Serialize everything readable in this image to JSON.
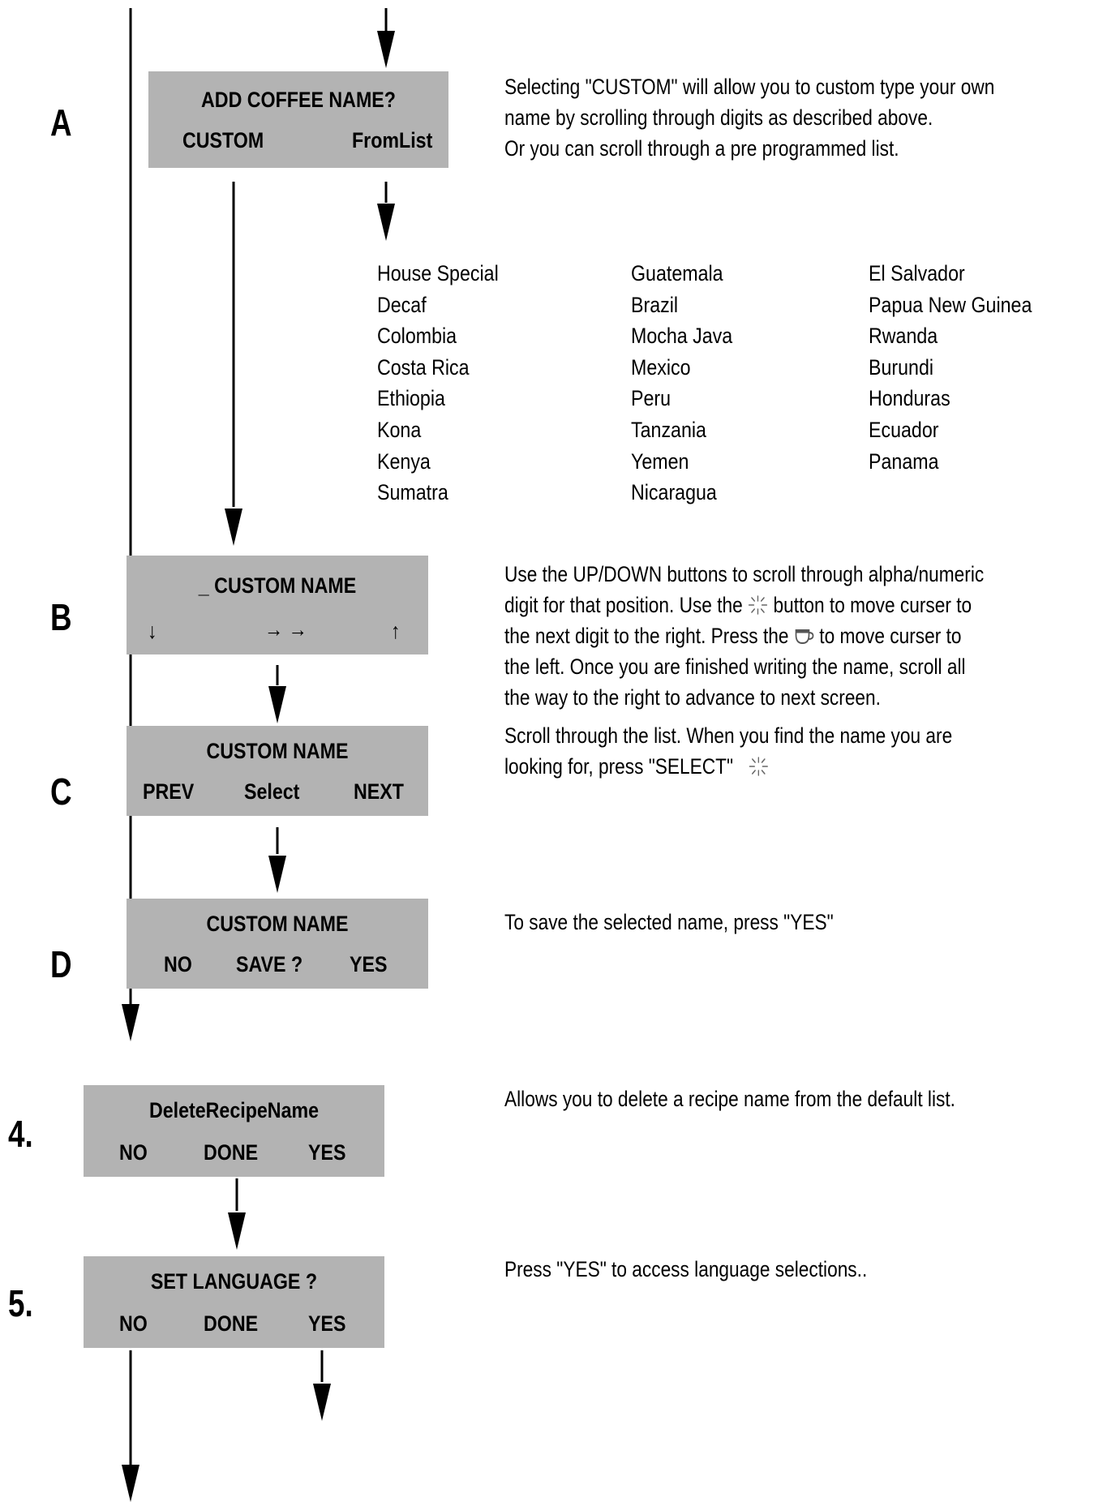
{
  "steps": {
    "a": {
      "label": "A",
      "lcd_line1": "ADD  COFFEE  NAME?",
      "lcd_left": "CUSTOM",
      "lcd_right": "FromList",
      "note_lines": [
        "Selecting \"CUSTOM\" will allow you to custom type your own",
        "name by scrolling through digits as described above.",
        "Or you can scroll through a pre programmed list."
      ]
    },
    "b": {
      "label": "B",
      "lcd_line1": "_ CUSTOM NAME",
      "lcd_down": "↓",
      "lcd_right_arrows": "→ →",
      "lcd_up": "↑",
      "note_line1": "Use the UP/DOWN buttons to scroll through alpha/numeric",
      "note_line2_a": "digit for that position. Use the ",
      "note_line2_b": " button to move curser to",
      "note_line3_a": "the next digit to the right. Press the ",
      "note_line3_b": " to move curser to",
      "note_line4": "the left. Once you are finished writing the name, scroll all",
      "note_line5": "the way to the right to advance to next screen."
    },
    "c": {
      "label": "C",
      "lcd_line1": "CUSTOM NAME",
      "lcd_left": "PREV",
      "lcd_mid": "Select",
      "lcd_right": "NEXT",
      "note_line1": "Scroll through the list. When you find the name you are",
      "note_line2": "looking for, press \"SELECT\""
    },
    "d": {
      "label": "D",
      "lcd_line1": "CUSTOM NAME",
      "lcd_left": "NO",
      "lcd_mid": "SAVE  ?",
      "lcd_right": "YES",
      "note": "To save the selected name, press \"YES\""
    },
    "four": {
      "label": "4.",
      "lcd_line1": "DeleteRecipeName",
      "lcd_left": "NO",
      "lcd_mid": "DONE",
      "lcd_right": "YES",
      "note": "Allows you to delete a recipe name from the default list."
    },
    "five": {
      "label": "5.",
      "lcd_line1": "SET  LANGUAGE  ?",
      "lcd_left": "NO",
      "lcd_mid": "DONE",
      "lcd_right": "YES",
      "note": "Press \"YES\" to access language selections.."
    }
  },
  "coffee_list": {
    "col1": [
      "House Special",
      "Decaf",
      "Colombia",
      "Costa Rica",
      "Ethiopia",
      "Kona",
      "Kenya",
      "Sumatra"
    ],
    "col2": [
      "Guatemala",
      "Brazil",
      "Mocha Java",
      "Mexico",
      "Peru",
      "Tanzania",
      "Yemen",
      "Nicaragua"
    ],
    "col3": [
      "El Salvador",
      "Papua New Guinea",
      "Rwanda",
      "Burundi",
      "Honduras",
      "Ecuador",
      "Panama"
    ]
  },
  "icons": {
    "select_button": "sparkle-icon",
    "cup_button": "coffee-cup-icon"
  },
  "colors": {
    "lcd_background": "#b3b3b3",
    "ink": "#000000"
  }
}
